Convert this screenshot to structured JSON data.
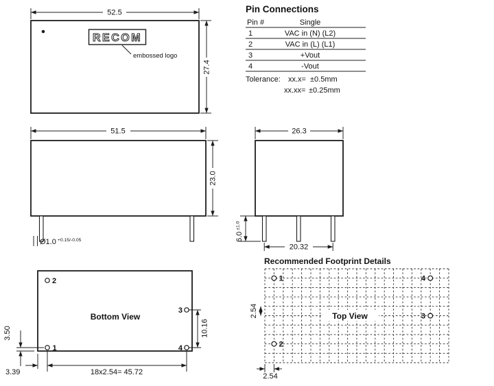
{
  "top_view": {
    "dim_width": "52.5",
    "dim_height": "27.4",
    "logo_text": "RECOM",
    "embossed_label": "embossed logo"
  },
  "pin_connections": {
    "title": "Pin Connections",
    "header": {
      "pin": "Pin #",
      "single": "Single"
    },
    "rows": [
      {
        "pin": "1",
        "single": "VAC in (N) (L2)"
      },
      {
        "pin": "2",
        "single": "VAC in (L) (L1)"
      },
      {
        "pin": "3",
        "single": "+Vout"
      },
      {
        "pin": "4",
        "single": "-Vout"
      }
    ],
    "tolerance_label": "Tolerance:",
    "tolerance_1_key": "xx.x=",
    "tolerance_1_val": "±0.5mm",
    "tolerance_2_key": "xx.xx=",
    "tolerance_2_val": "±0.25mm"
  },
  "side_view": {
    "dim_width": "51.5",
    "dim_height": "23.0",
    "pin_diameter": "Ø1.0",
    "pin_diameter_tol": "+0.15/-0.05"
  },
  "front_view": {
    "dim_width": "26.3",
    "pin_length": "6.0",
    "pin_length_tol": "±1.0",
    "pin_spacing": "20.32"
  },
  "bottom_view": {
    "title": "Bottom View",
    "pin_1": "1",
    "pin_2": "2",
    "pin_3": "3",
    "pin_4": "4",
    "dim_edge_bottom": "3.50",
    "dim_edge_left": "3.39",
    "dim_row_gap": "10.16",
    "dim_pitch": "18x2.54= 45.72"
  },
  "footprint": {
    "title": "Recommended Footprint Details",
    "view_label": "Top View",
    "pin_1": "1",
    "pin_2": "2",
    "pin_3": "3",
    "pin_4": "4",
    "dim_grid_v": "2.54",
    "dim_grid_h": "2.54"
  }
}
